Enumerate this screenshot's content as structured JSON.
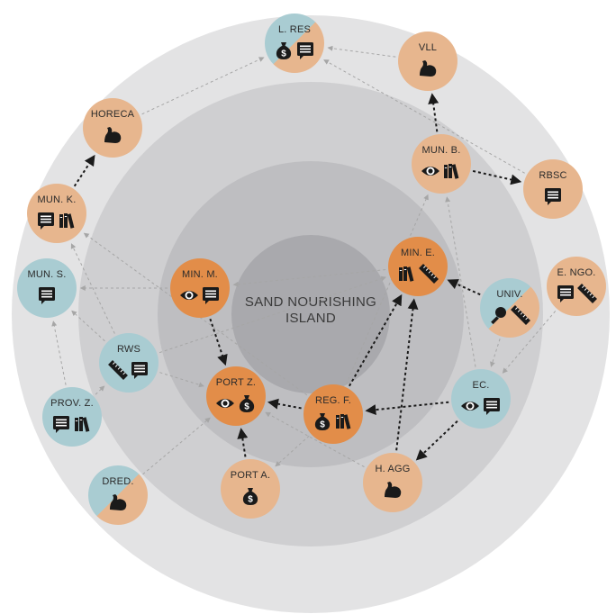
{
  "colors": {
    "ring_outer": "#e3e3e4",
    "ring_2": "#cfcfd1",
    "ring_3": "#bebec1",
    "ring_core": "#a9a9ad",
    "node_light_orange": "#e7b68e",
    "node_dark_orange": "#e28d49",
    "node_blue": "#a9ccd2",
    "icon": "#1a1a1a",
    "arrow_strong": "#1a1a1a",
    "arrow_faint": "#a6a6a6"
  },
  "center": {
    "line1": "SAND NOURISHING",
    "line2": "ISLAND"
  },
  "nodes": {
    "lres": {
      "label": "L. RES",
      "fill": "half",
      "icons": [
        "money-bag-icon",
        "speech-bubble-icon"
      ]
    },
    "vll": {
      "label": "VLL",
      "fill": "light_orange",
      "icons": [
        "muscle-icon"
      ]
    },
    "horeca": {
      "label": "HORECA",
      "fill": "light_orange",
      "icons": [
        "muscle-icon"
      ]
    },
    "munb": {
      "label": "MUN. B.",
      "fill": "light_orange",
      "icons": [
        "eye-icon",
        "books-icon"
      ]
    },
    "rbsc": {
      "label": "RBSC",
      "fill": "light_orange",
      "icons": [
        "speech-bubble-icon"
      ]
    },
    "munk": {
      "label": "MUN. K.",
      "fill": "light_orange",
      "icons": [
        "speech-bubble-icon",
        "books-icon"
      ]
    },
    "muns": {
      "label": "MUN. S.",
      "fill": "blue",
      "icons": [
        "speech-bubble-icon"
      ]
    },
    "minm": {
      "label": "MIN. M.",
      "fill": "dark_orange",
      "icons": [
        "eye-icon",
        "speech-bubble-icon"
      ]
    },
    "mine": {
      "label": "MIN. E.",
      "fill": "dark_orange",
      "icons": [
        "books-icon",
        "ruler-icon"
      ]
    },
    "engo": {
      "label": "E. NGO.",
      "fill": "light_orange",
      "icons": [
        "speech-bubble-icon",
        "ruler-icon"
      ]
    },
    "univ": {
      "label": "UNIV.",
      "fill": "half",
      "icons": [
        "magnifier-icon",
        "ruler-icon"
      ]
    },
    "rws": {
      "label": "RWS",
      "fill": "blue",
      "icons": [
        "ruler-icon",
        "speech-bubble-icon"
      ]
    },
    "portz": {
      "label": "PORT Z.",
      "fill": "dark_orange",
      "icons": [
        "eye-icon",
        "money-bag-icon"
      ]
    },
    "regf": {
      "label": "REG. F.",
      "fill": "dark_orange",
      "icons": [
        "money-bag-icon",
        "books-icon"
      ]
    },
    "ec": {
      "label": "EC.",
      "fill": "blue",
      "icons": [
        "eye-icon",
        "speech-bubble-icon"
      ]
    },
    "provz": {
      "label": "PROV. Z.",
      "fill": "blue",
      "icons": [
        "speech-bubble-icon",
        "books-icon"
      ]
    },
    "dred": {
      "label": "DRED.",
      "fill": "half",
      "icons": [
        "muscle-icon"
      ]
    },
    "porta": {
      "label": "PORT A.",
      "fill": "light_orange",
      "icons": [
        "money-bag-icon"
      ]
    },
    "hagg": {
      "label": "H. AGG",
      "fill": "light_orange",
      "icons": [
        "muscle-icon"
      ]
    }
  },
  "edges": [
    {
      "from": "vll",
      "to": "lres",
      "style": "faint"
    },
    {
      "from": "horeca",
      "to": "lres",
      "style": "faint"
    },
    {
      "from": "rbsc",
      "to": "lres",
      "style": "faint"
    },
    {
      "from": "munb",
      "to": "vll",
      "style": "strong"
    },
    {
      "from": "munb",
      "to": "rbsc",
      "style": "strong"
    },
    {
      "from": "munk",
      "to": "horeca",
      "style": "strong"
    },
    {
      "from": "minm",
      "to": "portz",
      "style": "strong"
    },
    {
      "from": "univ",
      "to": "mine",
      "style": "strong"
    },
    {
      "from": "regf",
      "to": "portz",
      "style": "strong"
    },
    {
      "from": "porta",
      "to": "portz",
      "style": "strong"
    },
    {
      "from": "regf",
      "to": "mine",
      "style": "strong"
    },
    {
      "from": "hagg",
      "to": "mine",
      "style": "strong"
    },
    {
      "from": "ec",
      "to": "regf",
      "style": "strong"
    },
    {
      "from": "ec",
      "to": "hagg",
      "style": "strong"
    },
    {
      "from": "mine",
      "to": "minm",
      "style": "faint"
    },
    {
      "from": "minm",
      "to": "muns",
      "style": "faint"
    },
    {
      "from": "rws",
      "to": "muns",
      "style": "faint"
    },
    {
      "from": "rws",
      "to": "munk",
      "style": "faint"
    },
    {
      "from": "rws",
      "to": "portz",
      "style": "faint"
    },
    {
      "from": "rws",
      "to": "mine",
      "style": "faint"
    },
    {
      "from": "provz",
      "to": "rws",
      "style": "faint"
    },
    {
      "from": "provz",
      "to": "muns",
      "style": "faint"
    },
    {
      "from": "dred",
      "to": "portz",
      "style": "faint"
    },
    {
      "from": "regf",
      "to": "munk",
      "style": "faint"
    },
    {
      "from": "regf",
      "to": "munb",
      "style": "faint"
    },
    {
      "from": "regf",
      "to": "porta",
      "style": "faint"
    },
    {
      "from": "hagg",
      "to": "portz",
      "style": "faint"
    },
    {
      "from": "ec",
      "to": "munb",
      "style": "faint"
    },
    {
      "from": "engo",
      "to": "ec",
      "style": "faint"
    },
    {
      "from": "univ",
      "to": "ec",
      "style": "faint"
    }
  ]
}
